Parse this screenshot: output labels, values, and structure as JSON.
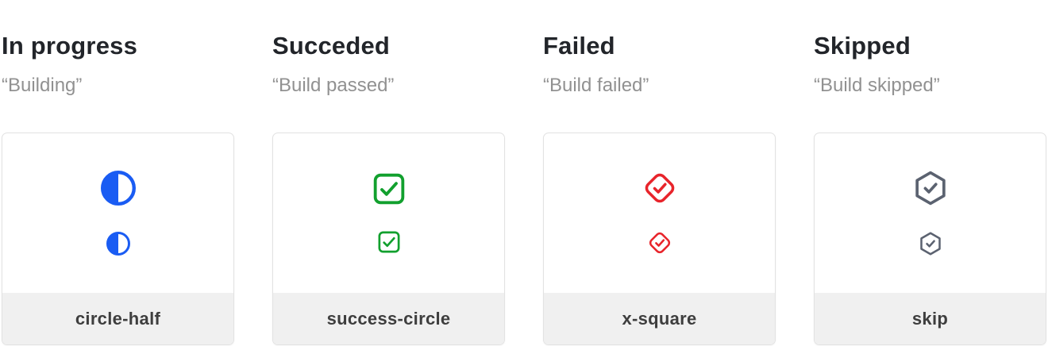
{
  "page": {
    "background": "#ffffff"
  },
  "columns": [
    {
      "title": "In progress",
      "subtitle": "“Building”",
      "icon": "circle-half-icon",
      "label": "circle-half",
      "color": "#1a5cf3"
    },
    {
      "title": "Succeded",
      "subtitle": "“Build passed”",
      "icon": "check-square-icon",
      "label": "success-circle",
      "color": "#12a02e"
    },
    {
      "title": "Failed",
      "subtitle": "“Build failed”",
      "icon": "check-diamond-icon",
      "label": "x-square",
      "color": "#e8242b"
    },
    {
      "title": "Skipped",
      "subtitle": "“Build skipped”",
      "icon": "check-hexagon-icon",
      "label": "skip",
      "color": "#5b6270"
    }
  ],
  "colors": {
    "heading_text": "#22252a",
    "subtitle_text": "#919191",
    "card_border": "#e2e2e2",
    "card_footer_bg": "#f0f0f0",
    "footer_label_text": "#3e3e3e"
  }
}
